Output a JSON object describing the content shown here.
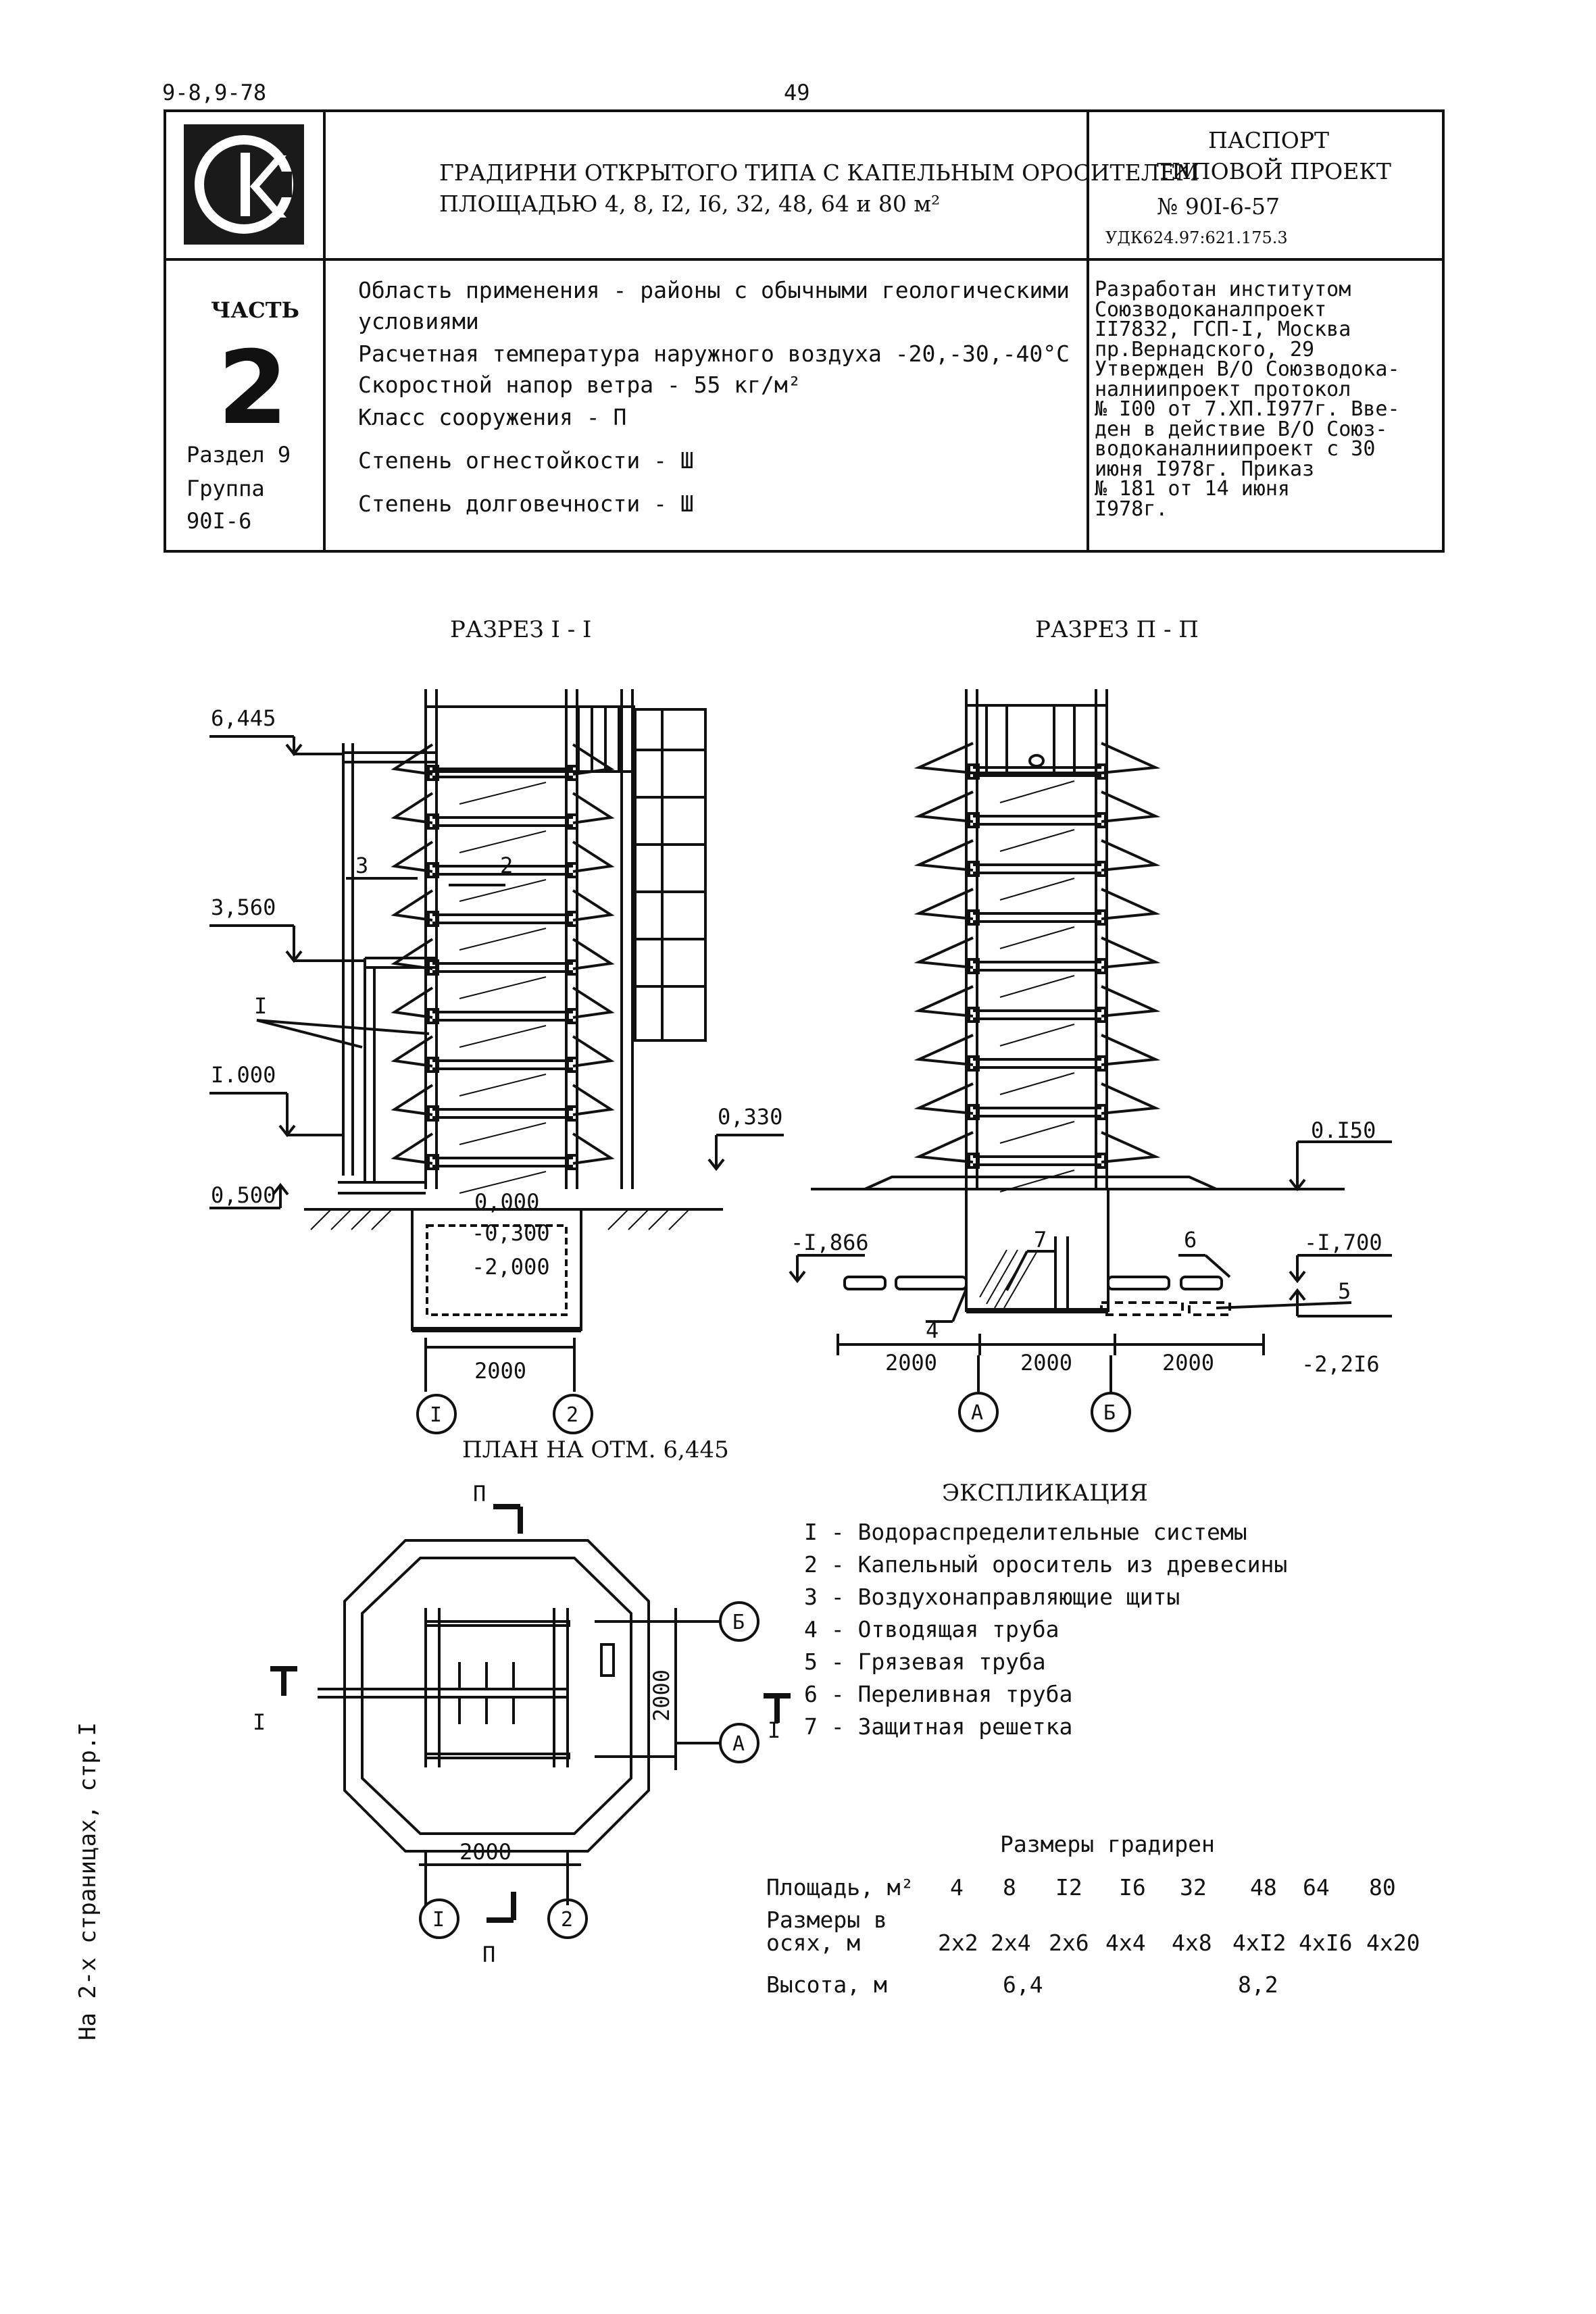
{
  "doc": {
    "series": "9-8,9-78",
    "page_number": "49",
    "title_line1": "ГРАДИРНИ ОТКРЫТОГО ТИПА С КАПЕЛЬНЫМ ОРОСИТЕЛЕМ",
    "title_line2": "ПЛОЩАДЬЮ 4, 8, I2, I6, 32, 48, 64 и 80 м²",
    "passport": "ПАСПОРТ",
    "project_type": "ТИПОВОЙ ПРОЕКТ",
    "project_number": "№ 90I-6-57",
    "udk": "УДК624.97:621.175.3",
    "part_label": "ЧАСТЬ",
    "part_number": "2",
    "section": "Раздел 9",
    "group": "Группа",
    "group_code": "90I-6",
    "conditions": [
      "Область применения - районы с обычными геологическими",
      "условиями",
      "Расчетная температура наружного воздуха -20,-30,-40°С",
      "Скоростной напор ветра  - 55 кг/м²",
      "Класс сооружения  - П",
      "Степень огнестойкости   - Ш",
      "Степень долговечности   - Ш"
    ],
    "developer": [
      "Разработан институтом",
      "Союзводоканалпроект",
      "II7832, ГСП-I, Москва",
      "пр.Вернадского, 29",
      "Утвержден В/О Союзводока-",
      "налниипроект  протокол",
      "№ I00 от 7.XП.I977г. Вве-",
      "ден в действие В/О Союз-",
      "водоканалниипроект с 30",
      " июня     I978г. Приказ",
      "№ 181    от 14 июня",
      "I978г."
    ],
    "side_note": "На 2-х страницах, стр.I"
  },
  "section1": {
    "title": "РАЗРЕЗ I - I",
    "levels": [
      "6,445",
      "3,560",
      "I.000",
      "0,500",
      "0,330",
      "0,000",
      "-0,300",
      "-2,000"
    ],
    "labels": [
      "3",
      "2",
      "I"
    ],
    "dim": "2000",
    "axes": [
      "I",
      "2"
    ]
  },
  "section2": {
    "title": "РАЗРЕЗ П - П",
    "levels": [
      "0.I50",
      "-I,866",
      "-I,700",
      "-2,2I6"
    ],
    "labels": [
      "7",
      "6",
      "5",
      "4"
    ],
    "dims": [
      "2000",
      "2000",
      "2000"
    ],
    "axes": [
      "А",
      "Б"
    ]
  },
  "plan": {
    "title": "ПЛАН НА ОТМ. 6,445",
    "cut_top": "П",
    "cut_bottom": "П",
    "cut_left": "I",
    "cut_right": "I",
    "dim_vertical": "2000",
    "dim_horizontal": "2000",
    "axes_right": [
      "Б",
      "А"
    ],
    "axes_bottom": [
      "I",
      "2"
    ]
  },
  "legend": {
    "title": "ЭКСПЛИКАЦИЯ",
    "items": [
      "I - Водораспределительные системы",
      "2 - Капельный ороситель из древесины",
      "3 - Воздухонаправляющие щиты",
      "4 - Отводящая труба",
      "5 - Грязевая труба",
      "6 - Переливная труба",
      "7 - Защитная решетка"
    ]
  },
  "sizes": {
    "title": "Размеры градирен",
    "row1_label": "Площадь, м²",
    "row1_values": [
      "4",
      "8",
      "I2",
      "I6",
      "32",
      "48",
      "64",
      "80"
    ],
    "row2_label_1": "Размеры в",
    "row2_label_2": "осях, м",
    "row2_values": [
      "2x2",
      "2x4",
      "2x6",
      "4x4",
      "4x8",
      "4xI2",
      "4xI6",
      "4x20"
    ],
    "row3_label": "Высота, м",
    "row3_values": [
      "6,4",
      "8,2"
    ]
  },
  "logo": {
    "letters": "СК",
    "background": "#1a1a1a",
    "foreground": "#ffffff"
  }
}
